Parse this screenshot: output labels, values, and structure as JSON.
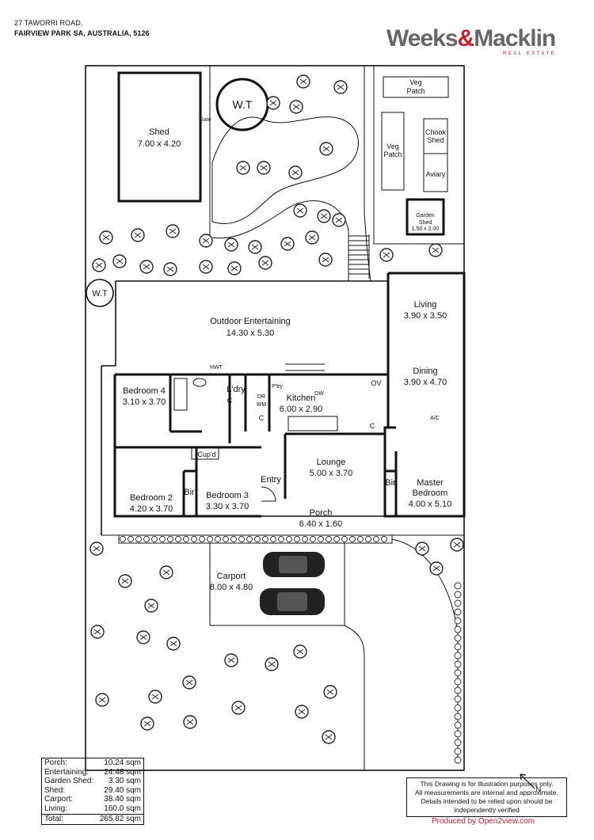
{
  "address": {
    "line1": "27 TAWORRI ROAD,",
    "line2": "FAIRVIEW PARK SA, AUSTRALIA, 5126"
  },
  "brand": {
    "name_part1": "Weeks",
    "amp": "&",
    "name_part2": "Macklin",
    "sub": "REAL ESTATE"
  },
  "rooms": {
    "shed": {
      "name": "Shed",
      "dims": "7.00 x 4.20"
    },
    "gate": "Gate",
    "wt_top": "W.T",
    "wt_side": "W.T",
    "veg_patch_top": {
      "line1": "Veg",
      "line2": "Patch"
    },
    "veg_patch_side": {
      "line1": "Veg",
      "line2": "Patch"
    },
    "chook_shed": {
      "line1": "Chook",
      "line2": "Shed"
    },
    "aviary": "Aviary",
    "garden_shed": {
      "line1": "Garden",
      "line2": "Shed",
      "dims": "1.50 x 2.00"
    },
    "outdoor": {
      "name": "Outdoor Entertaining",
      "dims": "14.30 x 5.30"
    },
    "living": {
      "name": "Living",
      "dims": "3.90 x 3.50"
    },
    "dining": {
      "name": "Dining",
      "dims": "3.90 x 4.70"
    },
    "bedroom4": {
      "name": "Bedroom 4",
      "dims": "3.10 x 3.70"
    },
    "ldry": "L'dry",
    "ptry": "P'try",
    "dr": "DR",
    "wm": "WM",
    "dw": "DW",
    "ov": "OV",
    "c1": "C",
    "c2": "C",
    "c3": "C",
    "hwt": "HWT",
    "ac": "A/C",
    "kitchen": {
      "name": "Kitchen",
      "dims": "6.00 x 2.90"
    },
    "cupd": "Cup'd",
    "lounge": {
      "name": "Lounge",
      "dims": "5.00 x 3.70"
    },
    "bedroom2": {
      "name": "Bedroom 2",
      "dims": "4.20 x 3.70"
    },
    "bir1": "Bir",
    "bedroom3": {
      "name": "Bedroom 3",
      "dims": "3.30 x 3.70"
    },
    "entry": "Entry",
    "bir2": "Bir",
    "master": {
      "line1": "Master",
      "line2": "Bedroom",
      "dims": "4.00 x 5.10"
    },
    "porch": {
      "name": "Porch",
      "dims": "6.40 x 1.60"
    },
    "carport": {
      "name": "Carport",
      "dims": "8.00 x 4.80"
    }
  },
  "areas": [
    {
      "label": "Porch:",
      "value": "10.24 sqm"
    },
    {
      "label": "Entertaining:",
      "value": "24.48 sqm"
    },
    {
      "label": "Garden Shed:",
      "value": "3.30 sqm"
    },
    {
      "label": "Shed:",
      "value": "29.40 sqm"
    },
    {
      "label": "Carport:",
      "value": "38.40 sqm"
    },
    {
      "label": "Living:",
      "value": "160.0 sqm"
    }
  ],
  "total": {
    "label": "Total:",
    "value": "265.82 sqm"
  },
  "disclaimer": {
    "line1": "This Drawing is for illustration purposes only.",
    "line2": "All measurements are internal and approximate.",
    "line3": "Details intended to be relied upon should be",
    "line4": "independently verified"
  },
  "produced_by": "Produced by Open2view.com",
  "north": "N",
  "colors": {
    "brand_red": "#c8202f",
    "brand_grey": "#666666",
    "line": "#111111"
  }
}
